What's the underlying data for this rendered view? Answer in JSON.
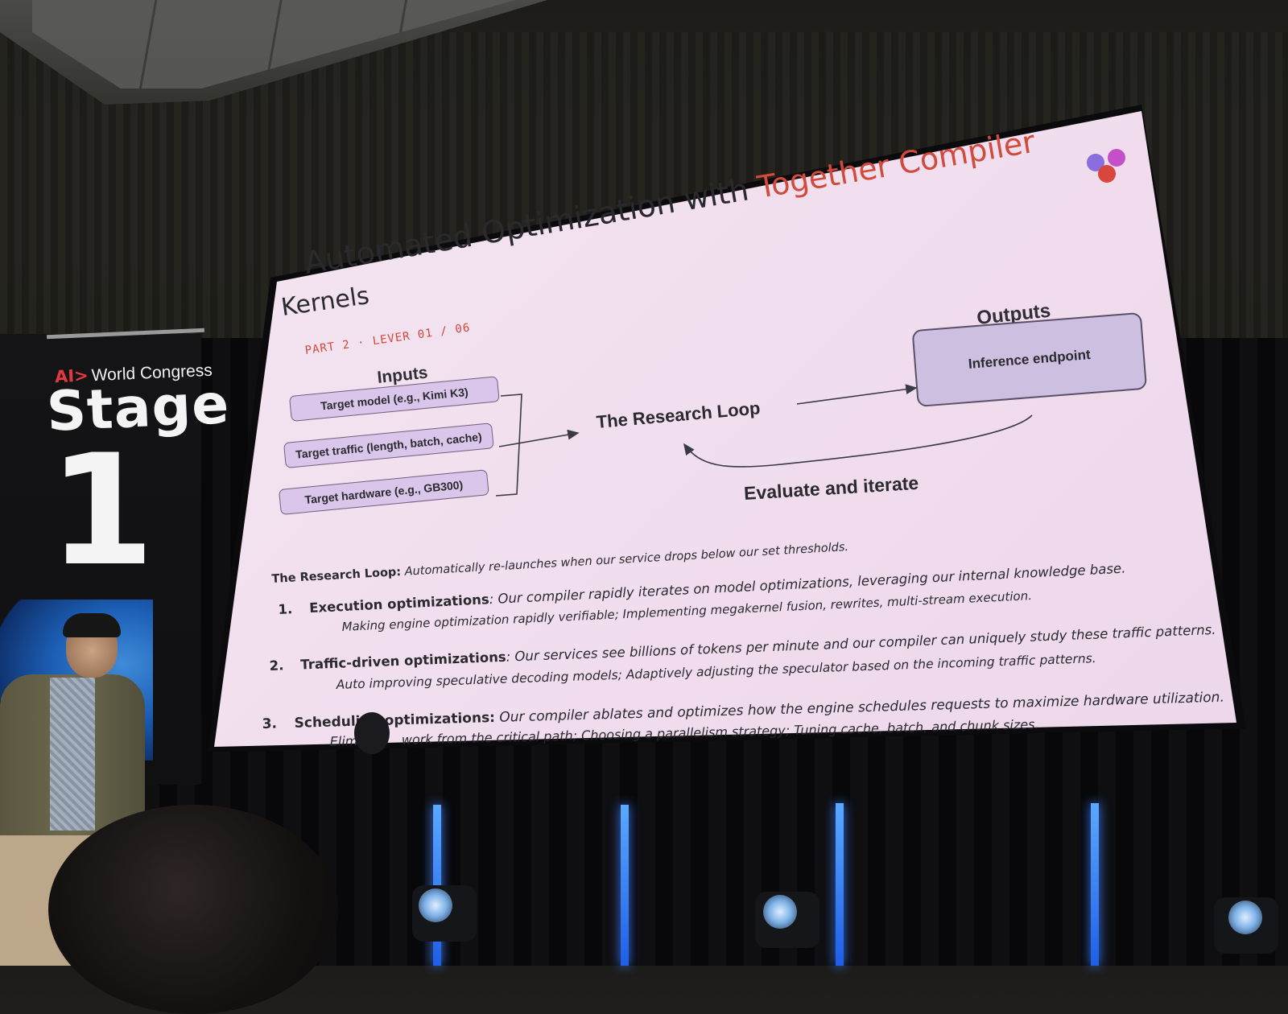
{
  "banner": {
    "brand_mark": "AI>",
    "brand_text": "World Congress",
    "stage_word": "Stage",
    "stage_number": "1"
  },
  "slide": {
    "section_label": "Kernels",
    "title_prefix": "Automated Optimization with ",
    "title_accent": "Together Compiler",
    "subtitle": "PART 2 · LEVER 01 / 06",
    "accent_color": "#d14a3b",
    "diagram": {
      "inputs_header": "Inputs",
      "inputs": [
        "Target model (e.g., Kimi K3)",
        "Target traffic (length, batch, cache)",
        "Target hardware (e.g., GB300)"
      ],
      "loop_label": "The Research Loop",
      "outputs_header": "Outputs",
      "output_box": "Inference endpoint",
      "feedback_label": "Evaluate and iterate"
    },
    "body": {
      "intro_label": "The Research Loop:",
      "intro_text": " Automatically re-launches when our service drops below our set thresholds.",
      "items": [
        {
          "num": "1.",
          "label": "Execution optimizations",
          "text": ": Our compiler rapidly iterates on model optimizations, leveraging our internal knowledge base.",
          "sub": "Making engine optimization rapidly verifiable; Implementing megakernel fusion, rewrites, multi-stream execution."
        },
        {
          "num": "2.",
          "label": "Traffic-driven optimizations",
          "text": ": Our services see billions of tokens per minute and our compiler can uniquely study these traffic patterns.",
          "sub": "Auto improving speculative decoding models; Adaptively adjusting the speculator based on the incoming traffic patterns."
        },
        {
          "num": "3.",
          "label": "Scheduling optimizations:",
          "text": " Our compiler ablates and optimizes how the engine schedules requests to maximize hardware utilization.",
          "sub": "Elimi",
          "sub_rest": " work from the critical path; Choosing a parallelism strategy; Tuning cache, batch, and chunk sizes."
        }
      ]
    }
  }
}
